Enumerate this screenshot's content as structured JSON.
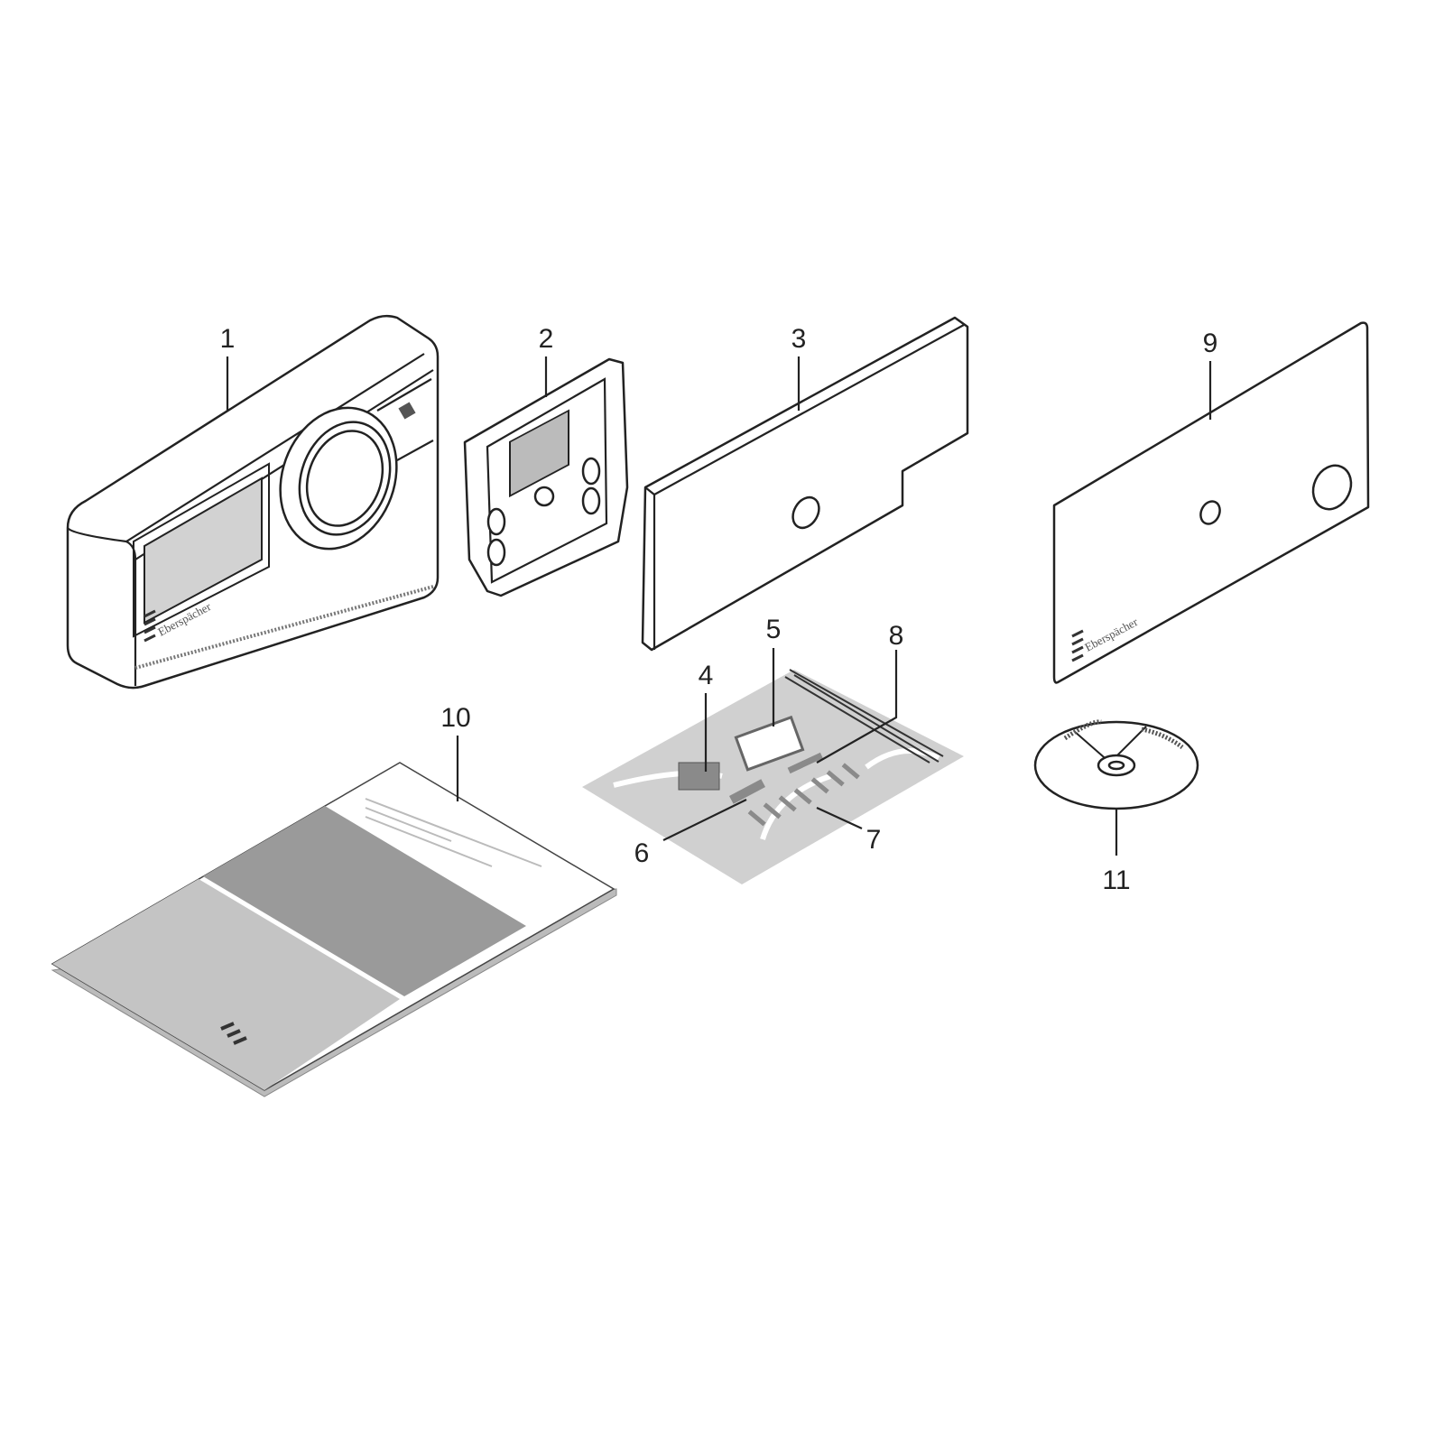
{
  "diagram": {
    "type": "exploded-parts-view",
    "callouts": [
      "1",
      "2",
      "3",
      "4",
      "5",
      "6",
      "7",
      "8",
      "9",
      "10",
      "11"
    ],
    "logo_text": "Eberspächer",
    "colors": {
      "line": "#222222",
      "display": "#d2d2d2",
      "bag": "#cfcfcf",
      "booklet_dark": "#9a9a9a",
      "booklet_light": "#c4c4c4",
      "parts": "#8a8a8a"
    }
  }
}
